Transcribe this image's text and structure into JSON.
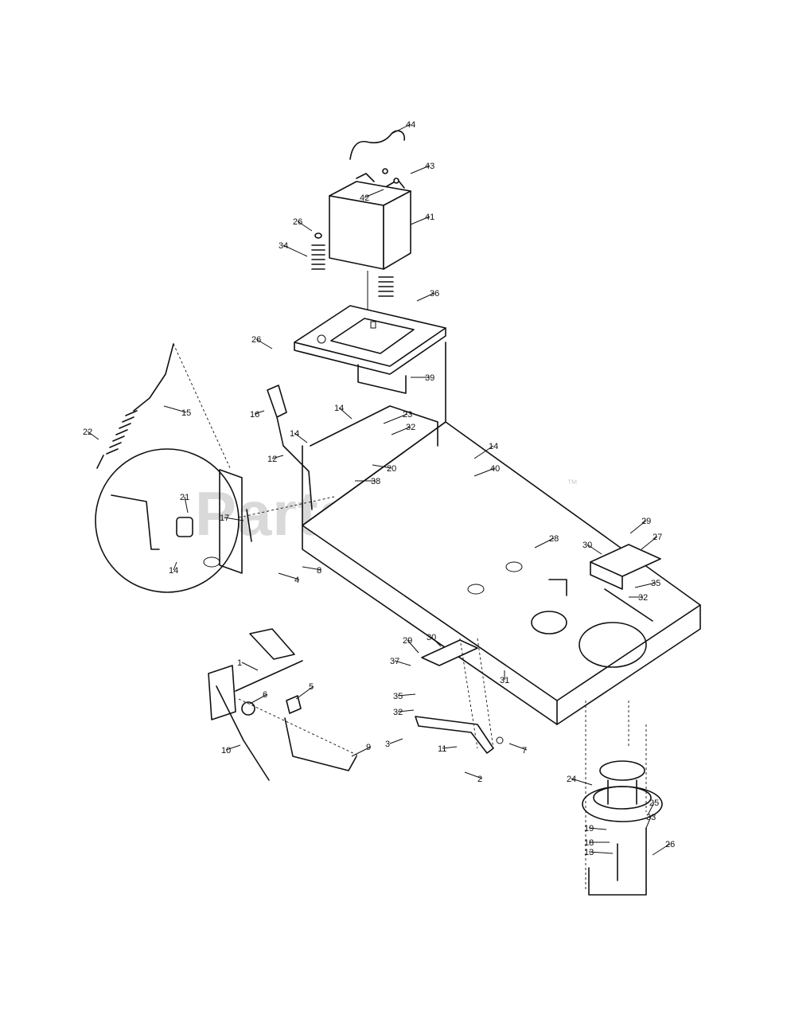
{
  "watermark": {
    "text": "PartsTree",
    "trademark": "™"
  },
  "callouts": [
    {
      "label": "44"
    },
    {
      "label": "43"
    },
    {
      "label": "42"
    },
    {
      "label": "41"
    },
    {
      "label": "26"
    },
    {
      "label": "34"
    },
    {
      "label": "36"
    },
    {
      "label": "26"
    },
    {
      "label": "39"
    },
    {
      "label": "15"
    },
    {
      "label": "16"
    },
    {
      "label": "14"
    },
    {
      "label": "23"
    },
    {
      "label": "22"
    },
    {
      "label": "14"
    },
    {
      "label": "32"
    },
    {
      "label": "12"
    },
    {
      "label": "20"
    },
    {
      "label": "14"
    },
    {
      "label": "40"
    },
    {
      "label": "38"
    },
    {
      "label": "21"
    },
    {
      "label": "17"
    },
    {
      "label": "29"
    },
    {
      "label": "28"
    },
    {
      "label": "30"
    },
    {
      "label": "27"
    },
    {
      "label": "14"
    },
    {
      "label": "8"
    },
    {
      "label": "4"
    },
    {
      "label": "35"
    },
    {
      "label": "32"
    },
    {
      "label": "29"
    },
    {
      "label": "30"
    },
    {
      "label": "37"
    },
    {
      "label": "31"
    },
    {
      "label": "1"
    },
    {
      "label": "35"
    },
    {
      "label": "6"
    },
    {
      "label": "5"
    },
    {
      "label": "32"
    },
    {
      "label": "3"
    },
    {
      "label": "7"
    },
    {
      "label": "11"
    },
    {
      "label": "9"
    },
    {
      "label": "10"
    },
    {
      "label": "2"
    },
    {
      "label": "24"
    },
    {
      "label": "25"
    },
    {
      "label": "33"
    },
    {
      "label": "19"
    },
    {
      "label": "18"
    },
    {
      "label": "26"
    },
    {
      "label": "13"
    }
  ]
}
